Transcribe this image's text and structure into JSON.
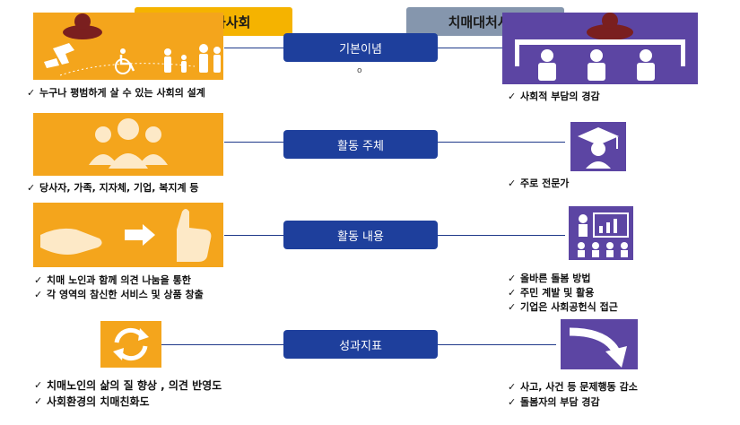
{
  "headers": {
    "left": "치매친화사회",
    "right": "치매대처사회"
  },
  "rows": [
    {
      "center_label": "기본이념",
      "left_items": [
        "누구나 평범하게 살 수 있는 사회의 설계"
      ],
      "right_items": [
        "사회적 부담의 경감"
      ]
    },
    {
      "center_label": "활동 주체",
      "left_items": [
        "당사자, 가족, 지자체, 기업, 복지계 등"
      ],
      "right_items": [
        "주로 전문가"
      ]
    },
    {
      "center_label": "활동 내용",
      "left_items": [
        "치매 노인과 함께 의견 나눔을 통한",
        "각 영역의 참신한 서비스 및 상품 창출"
      ],
      "right_items": [
        "올바른 돌봄 방법",
        "주민 계발 및 활용",
        "기업은 사회공헌식 접근"
      ]
    },
    {
      "center_label": "성과지표",
      "left_items": [
        "치매노인의 삶의 질 향상 , 의견 반영도",
        "사회환경의 치매친화도"
      ],
      "right_items": [
        "사고, 사건 등 문제행동 감소",
        "돌봄자의 부담 경감"
      ]
    }
  ],
  "stray_mark": "o",
  "colors": {
    "orange": "#f4a51c",
    "purple": "#5c45a3",
    "navy": "#1e3f9c",
    "header_left": "#f5b300",
    "header_right": "#8596ad"
  },
  "icons": {
    "row1_left": "family-wheelchair-people-icon",
    "row1_right": "group-supporting-beam-icon",
    "row2_left": "people-group-icon",
    "row2_right": "graduate-cap-icon",
    "row3_left": "handshake-arrow-hand-icon",
    "row3_right": "presentation-audience-icon",
    "row4_left": "refresh-cycle-icon",
    "row4_right": "curved-down-arrow-icon"
  }
}
